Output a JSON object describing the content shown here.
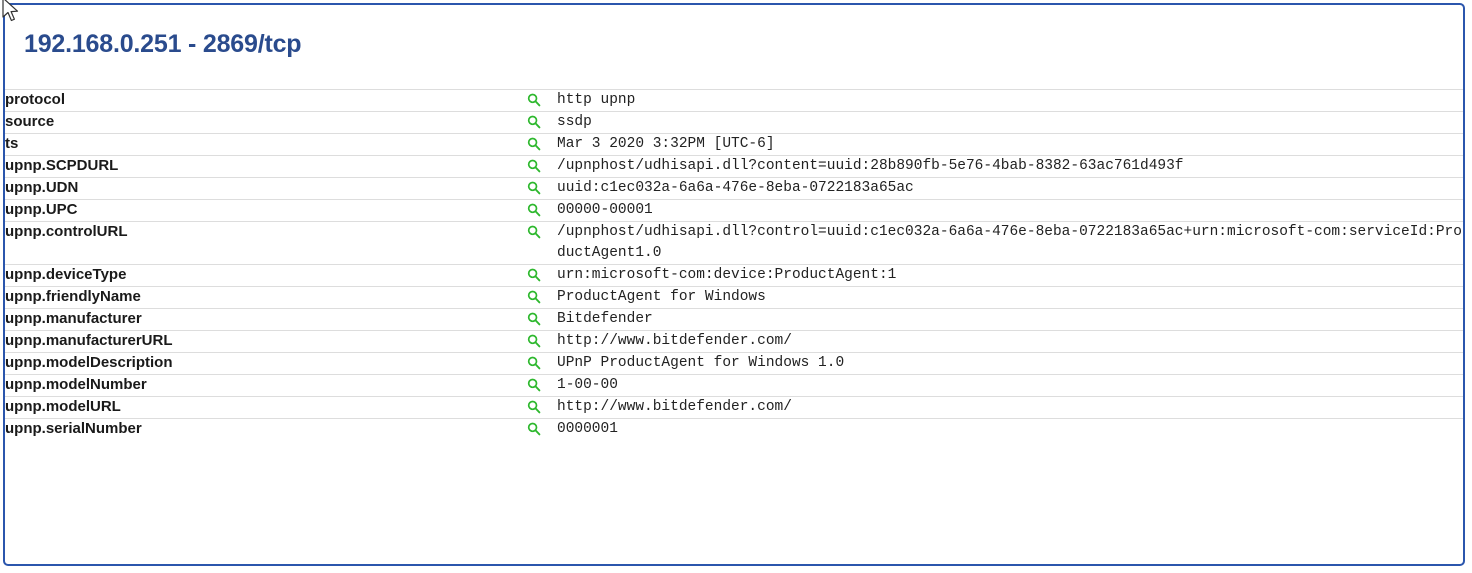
{
  "panel": {
    "title": "192.168.0.251 - 2869/tcp",
    "border_color": "#2b56ad",
    "title_color": "#2a4b8d",
    "icon_color": "#2eb82e",
    "separator_color": "#dddddd"
  },
  "icons": {
    "search": "search-icon",
    "cursor": "mouse-cursor-icon"
  },
  "rows": [
    {
      "key": "protocol",
      "value": "http upnp"
    },
    {
      "key": "source",
      "value": "ssdp"
    },
    {
      "key": "ts",
      "value": "Mar 3 2020 3:32PM [UTC-6]"
    },
    {
      "key": "upnp.SCPDURL",
      "value": "/upnphost/udhisapi.dll?content=uuid:28b890fb-5e76-4bab-8382-63ac761d493f"
    },
    {
      "key": "upnp.UDN",
      "value": "uuid:c1ec032a-6a6a-476e-8eba-0722183a65ac"
    },
    {
      "key": "upnp.UPC",
      "value": "00000-00001"
    },
    {
      "key": "upnp.controlURL",
      "value": "/upnphost/udhisapi.dll?control=uuid:c1ec032a-6a6a-476e-8eba-0722183a65ac+urn:microsoft-com:serviceId:ProductAgent1.0"
    },
    {
      "key": "upnp.deviceType",
      "value": "urn:microsoft-com:device:ProductAgent:1"
    },
    {
      "key": "upnp.friendlyName",
      "value": "ProductAgent for Windows"
    },
    {
      "key": "upnp.manufacturer",
      "value": "Bitdefender"
    },
    {
      "key": "upnp.manufacturerURL",
      "value": "http://www.bitdefender.com/"
    },
    {
      "key": "upnp.modelDescription",
      "value": "UPnP ProductAgent for Windows 1.0"
    },
    {
      "key": "upnp.modelNumber",
      "value": "1-00-00"
    },
    {
      "key": "upnp.modelURL",
      "value": "http://www.bitdefender.com/"
    },
    {
      "key": "upnp.serialNumber",
      "value": "0000001"
    }
  ]
}
